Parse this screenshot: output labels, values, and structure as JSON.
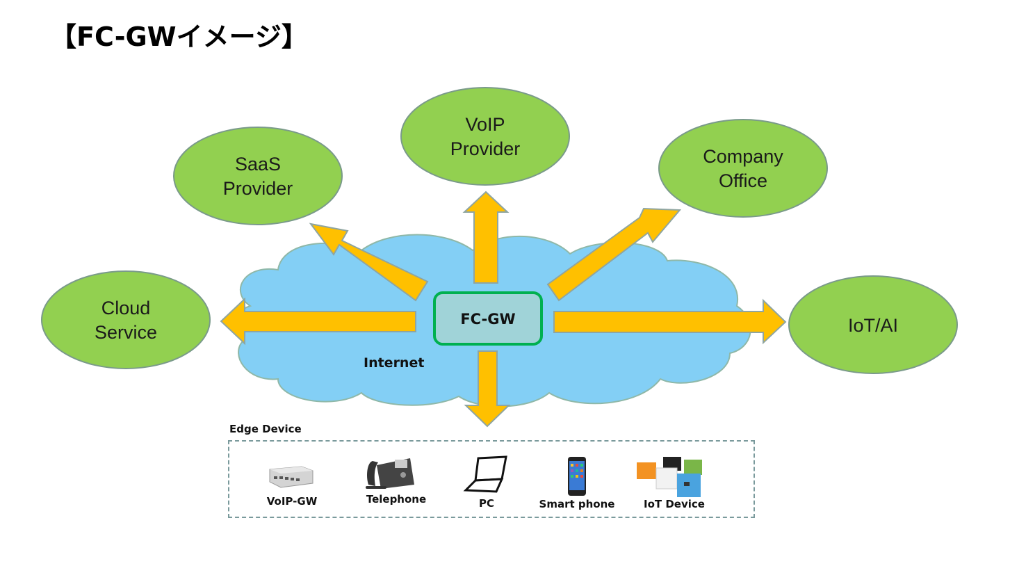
{
  "title": "【FC-GWイメージ】",
  "diagram": {
    "center": {
      "label": "FC-GW"
    },
    "cloud": {
      "label": "Internet"
    },
    "nodes": {
      "saas": {
        "line1": "SaaS",
        "line2": "Provider"
      },
      "voip": {
        "line1": "VoIP",
        "line2": "Provider"
      },
      "company": {
        "line1": "Company",
        "line2": "Office"
      },
      "cloud_service": {
        "line1": "Cloud",
        "line2": "Service"
      },
      "iot_ai": {
        "line1": "IoT/AI"
      }
    },
    "edge": {
      "label": "Edge Device",
      "devices": [
        {
          "label": "VoIP-GW",
          "icon": "voip-gateway-icon"
        },
        {
          "label": "Telephone",
          "icon": "telephone-icon"
        },
        {
          "label": "PC",
          "icon": "laptop-icon"
        },
        {
          "label": "Smart phone",
          "icon": "smartphone-icon"
        },
        {
          "label": "IoT Device",
          "icon": "iot-device-icon"
        }
      ]
    },
    "colors": {
      "node_fill": "#92d050",
      "arrow_fill": "#ffc000",
      "cloud_fill": "#83cff5",
      "gw_fill": "#a0d3d8",
      "gw_border": "#00b050"
    }
  }
}
